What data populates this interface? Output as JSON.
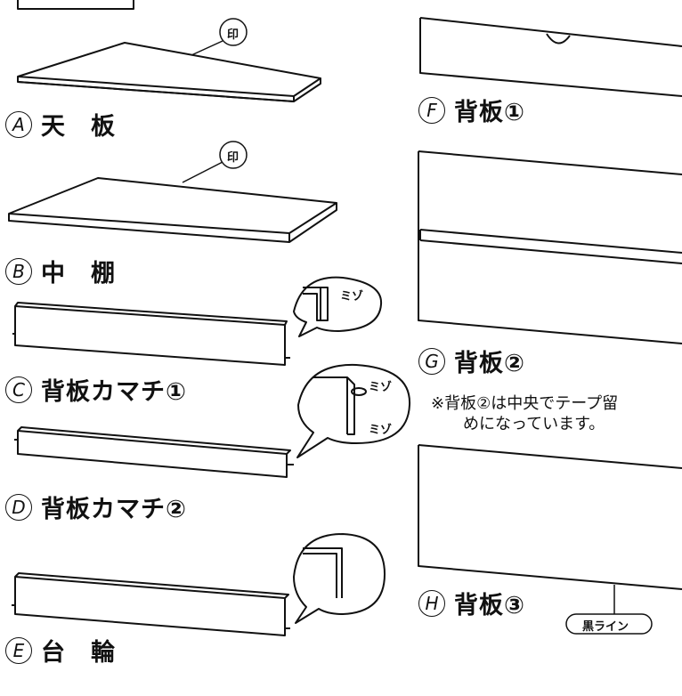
{
  "colors": {
    "ink": "#111111",
    "panel": "#ffffff"
  },
  "parts": {
    "A": {
      "letter": "A",
      "name": "天　板"
    },
    "B": {
      "letter": "B",
      "name": "中　棚"
    },
    "C": {
      "letter": "C",
      "name": "背板カマチ①"
    },
    "D": {
      "letter": "D",
      "name": "背板カマチ②"
    },
    "E": {
      "letter": "E",
      "name": "台　輪"
    },
    "F": {
      "letter": "F",
      "name": "背板①"
    },
    "G": {
      "letter": "G",
      "name": "背板②"
    },
    "H": {
      "letter": "H",
      "name": "背板③"
    }
  },
  "callouts": {
    "stamp_a": "印",
    "stamp_b": "印",
    "groove_c": "ミゾ",
    "groove_d_top": "ミゾ",
    "groove_d_bottom": "ミゾ",
    "black_line": "黒ライン"
  },
  "note": {
    "line1": "※背板②は中央でテープ留",
    "line2": "めになっています。"
  }
}
